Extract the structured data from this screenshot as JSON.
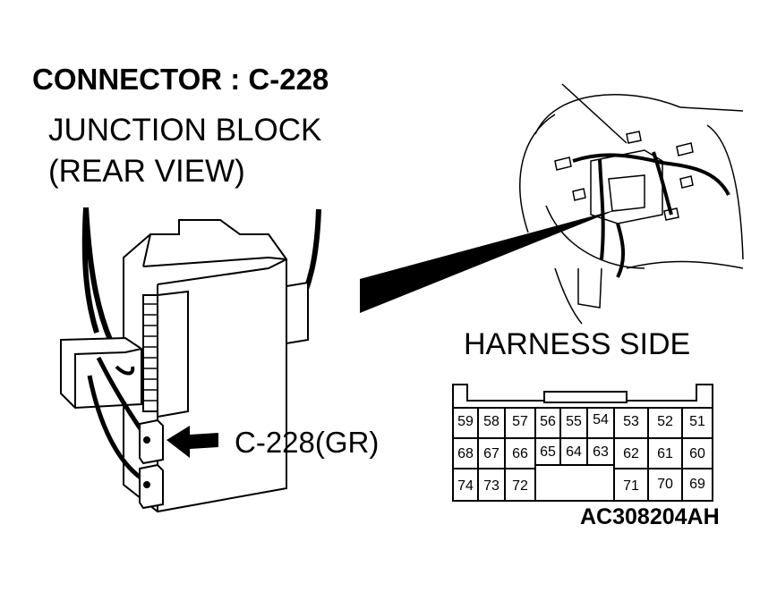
{
  "title": "CONNECTOR : C-228",
  "junction_block": {
    "line1": "JUNCTION BLOCK",
    "line2": "(REAR VIEW)"
  },
  "callout_label": "C-228(GR)",
  "harness_side": {
    "label": "HARNESS SIDE",
    "rows": [
      [
        "59",
        "58",
        "57",
        "56",
        "55",
        "54",
        "53",
        "52",
        "51"
      ],
      [
        "68",
        "67",
        "66",
        "65",
        "64",
        "63",
        "62",
        "61",
        "60"
      ],
      [
        "74",
        "73",
        "72",
        "71",
        "70",
        "69"
      ]
    ]
  },
  "reference_code": "AC308204AH"
}
